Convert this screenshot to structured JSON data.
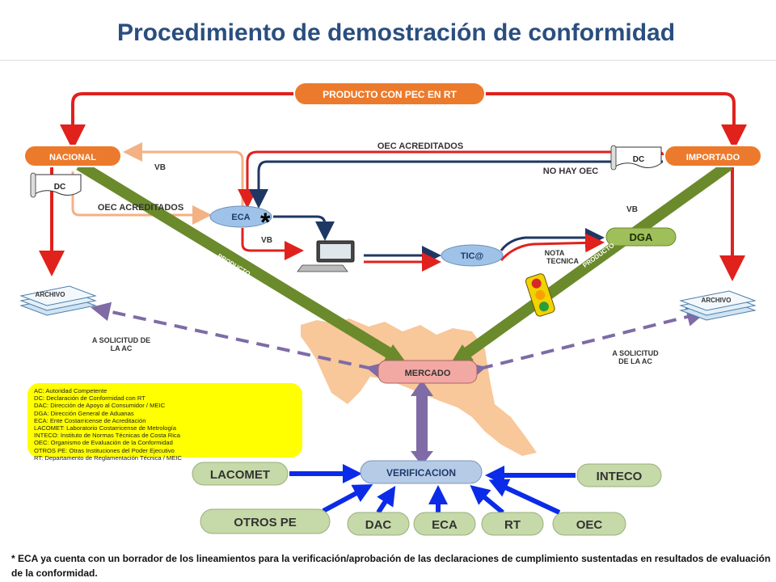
{
  "title": "Procedimiento de demostración de conformidad",
  "nodes": {
    "producto": "PRODUCTO CON PEC EN RT",
    "nacional": "NACIONAL",
    "importado": "IMPORTADO",
    "eca": "ECA",
    "tica": "TIC@",
    "dga": "DGA",
    "mercado": "MERCADO",
    "verificacion": "VERIFICACION",
    "lacomet": "LACOMET",
    "inteco": "INTECO",
    "otros_pe": "OTROS PE",
    "dac": "DAC",
    "eca_bottom": "ECA",
    "rt": "RT",
    "oec": "OEC"
  },
  "documents": {
    "dc": "DC",
    "archivo": "ARCHIVO"
  },
  "labels": {
    "oec_acreditados_top": "OEC ACREDITADOS",
    "no_hay_oec": "NO HAY OEC",
    "vb_left": "VB",
    "oec_acreditados_left": "OEC ACREDITADOS",
    "vb_eca": "VB",
    "vb_dga": "VB",
    "nota_tecnica_1": "NOTA",
    "nota_tecnica_2": "TECNICA",
    "producto_left": "PRODUCTO",
    "producto_right": "PRODUCTO",
    "a_solicitud_left_1": "A SOLICITUD DE",
    "a_solicitud_left_2": "LA AC",
    "a_solicitud_right_1": "A SOLICITUD",
    "a_solicitud_right_2": "DE LA AC",
    "asterisk": "*"
  },
  "legend": [
    "AC: Autoridad Competente",
    "DC: Declaración de Conformidad con RT",
    "DAC: Dirección de Apoyo al Consumidor / MEIC",
    "DGA: Dirección General de Aduanas",
    "ECA: Ente Costarricense de Acreditación",
    "LACOMET: Laboratorio Costarricense de Metrología",
    "INTECO: Instituto de Normas Técnicas de Costa Rica",
    "OEC: Organismo de Evaluación de la Conformidad",
    "OTROS PE: Otras Instituciones del Poder Ejecutivo",
    "RT: Departamento de Reglamentación Técnica / MEIC"
  ],
  "footnote": "* ECA ya cuenta con un borrador de los lineamientos para la verificación/aprobación de las declaraciones de cumplimiento sustentadas en resultados de evaluación de la conformidad.",
  "colors": {
    "title": "#2a4e7f",
    "orange_node": "#ec7a2c",
    "green_node": "#9fbf5a",
    "blue_node": "#9fc2e8",
    "red_arrow": "#e0211c",
    "navy_arrow": "#1f3763",
    "olive_arrow": "#6a8a2c",
    "light_orange_arrow": "#f4b183",
    "purple": "#7f6ba6",
    "blue_arrow": "#0b2be8",
    "map": "#f8c79a",
    "legend_bg": "#ffff00"
  }
}
